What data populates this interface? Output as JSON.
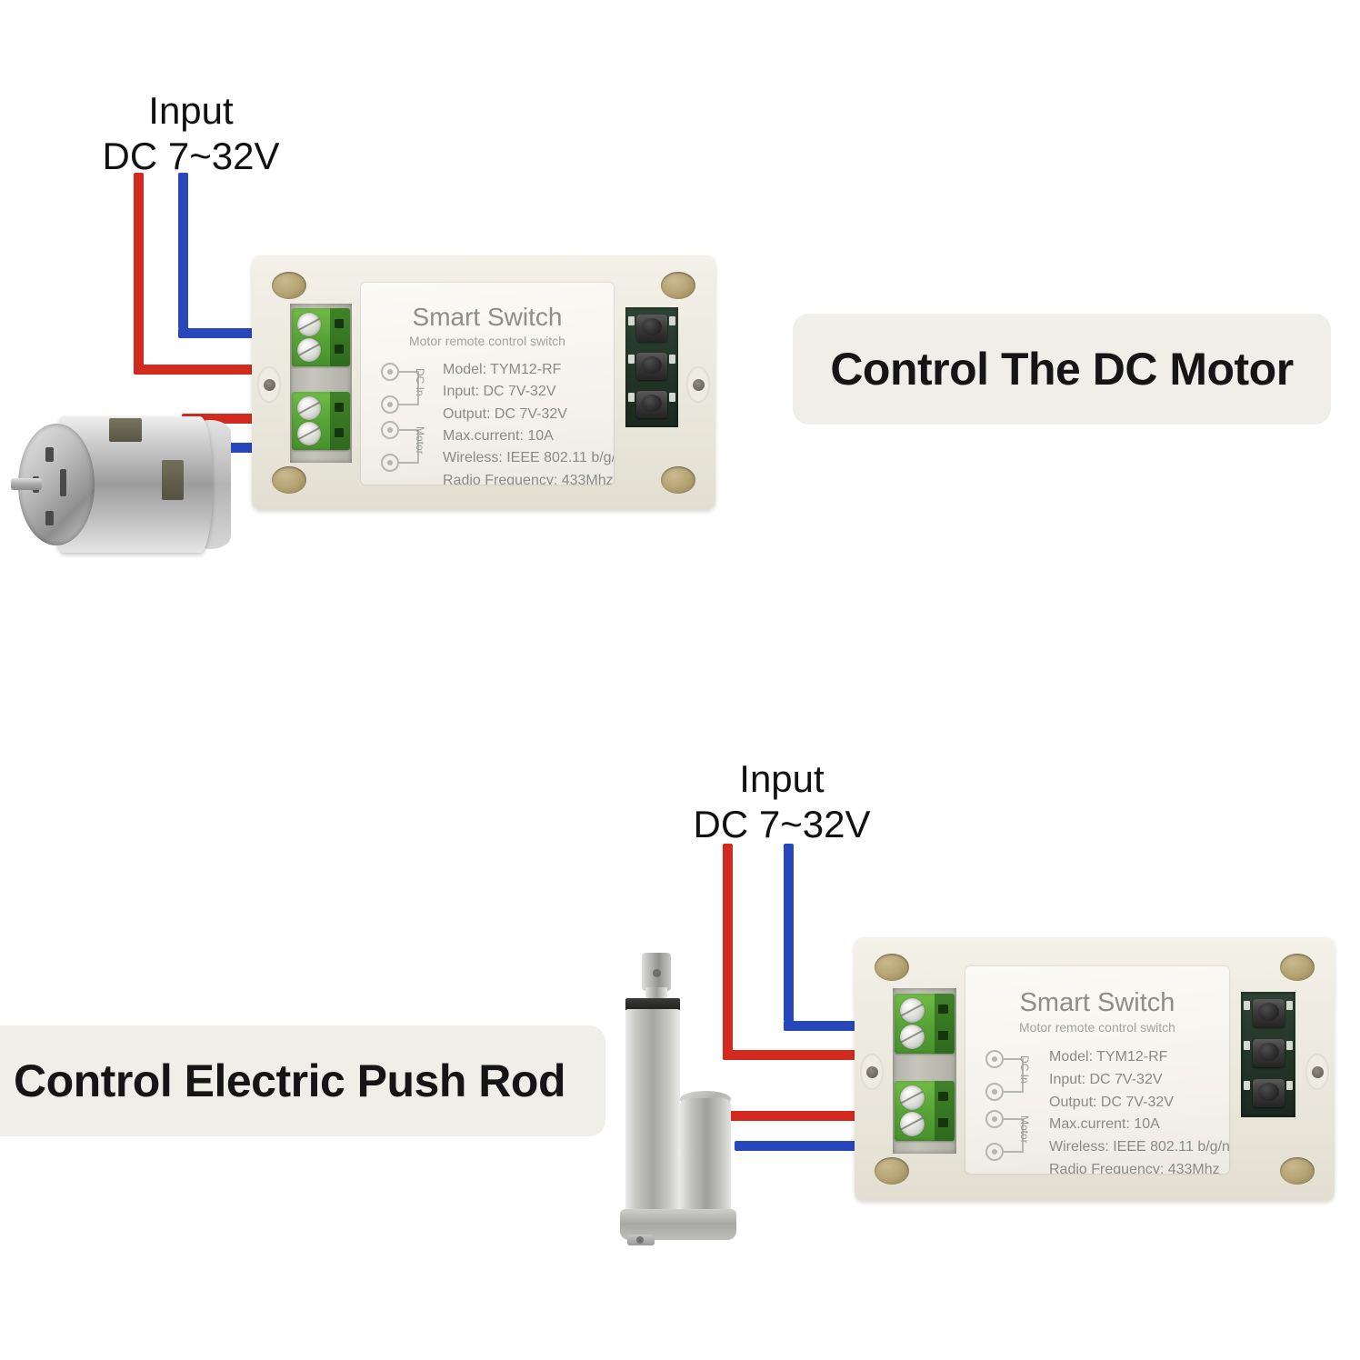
{
  "page": {
    "background_color": "#ffffff",
    "banner_color": "#efeee9",
    "wire_red": "#d32a1f",
    "wire_blue": "#2747bb",
    "terminal_green": "#57a336"
  },
  "sections": [
    {
      "id": "dc-motor-section",
      "banner_label": "Control The DC Motor",
      "input_label_line1": "Input",
      "input_label_line2": "DC 7~32V",
      "load_device": "dc-motor"
    },
    {
      "id": "push-rod-section",
      "banner_label": "Control Electric Push Rod",
      "input_label_line1": "Input",
      "input_label_line2": "DC 7~32V",
      "load_device": "electric-push-rod"
    }
  ],
  "device": {
    "title": "Smart Switch",
    "subtitle": "Motor remote control switch",
    "specs": [
      "Model:  TYM12-RF",
      "Input:  DC 7V-32V",
      "Output:  DC 7V-32V",
      "Max.current:  10A",
      "Wireless:  IEEE 802.11 b/g/n",
      "Radio Frequency:  433Mhz"
    ],
    "terminal_labels": {
      "input": "DC In",
      "output": "Motor"
    },
    "button_count": 3,
    "terminal_block_count": 2,
    "screws_per_block": 2,
    "mounting_holes": 4
  }
}
